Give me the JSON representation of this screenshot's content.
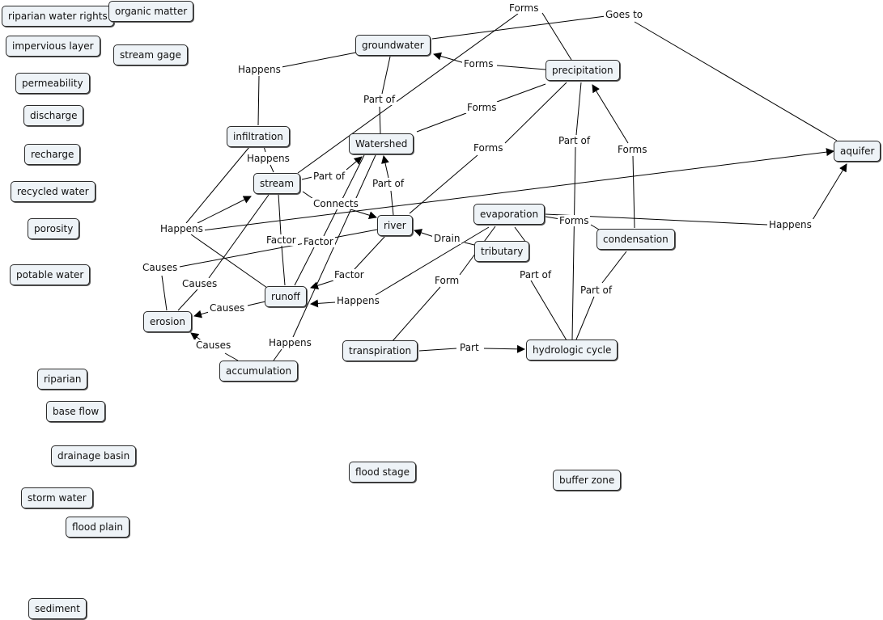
{
  "nodes": {
    "riparian_water_rights": "riparian water rights",
    "organic_matter": "organic matter",
    "impervious_layer": "impervious  layer",
    "stream_gage": "stream gage",
    "permeability": "permeability",
    "discharge": "discharge",
    "recharge": "recharge",
    "recycled_water": "recycled water",
    "porosity": "porosity",
    "potable_water": "potable water",
    "groundwater": "groundwater",
    "precipitation": "precipitation",
    "aquifer": "aquifer",
    "infiltration": "infiltration",
    "watershed": "Watershed",
    "stream": "stream",
    "river": "river",
    "evaporation": "evaporation",
    "condensation": "condensation",
    "tributary": "tributary",
    "runoff": "runoff",
    "erosion": "erosion",
    "transpiration": "transpiration",
    "hydrologic_cycle": "hydrologic cycle",
    "accumulation": "accumulation",
    "riparian": "riparian",
    "base_flow": "base flow",
    "drainage_basin": "drainage basin",
    "flood_stage": "flood stage",
    "buffer_zone": "buffer zone",
    "storm_water": "storm water",
    "flood_plain": "flood plain",
    "sediment": "sediment"
  },
  "links": {
    "forms_top": "Forms",
    "goes_to": "Goes to",
    "happens_gw": "Happens",
    "forms_precip_gw": "Forms",
    "part_of_ws_gw": "Part of",
    "forms_precip_ws": "Forms",
    "happens_inf": "Happens",
    "forms_precip_river": "Forms",
    "part_of_hc_precip": "Part of",
    "forms_cond_precip": "Forms",
    "part_of_stream_ws": "Part of",
    "part_of_river_ws": "Part of",
    "connects": "Connects",
    "happens_left": "Happens",
    "forms_evap_cond": "Forms",
    "happens_evap_aq": "Happens",
    "factor_1": "Factor",
    "factor_2": "Factor",
    "drain": "Drain",
    "causes_left": "Causes",
    "factor_3": "Factor",
    "form_trans": "Form",
    "part_of_trib_hc": "Part of",
    "part_of_cond_hc": "Part of",
    "causes_2": "Causes",
    "happens_evap_runoff": "Happens",
    "causes_runoff_erosion": "Causes",
    "happens_accum": "Happens",
    "causes_accum_erosion": "Causes",
    "part_trans_hc": "Part"
  }
}
